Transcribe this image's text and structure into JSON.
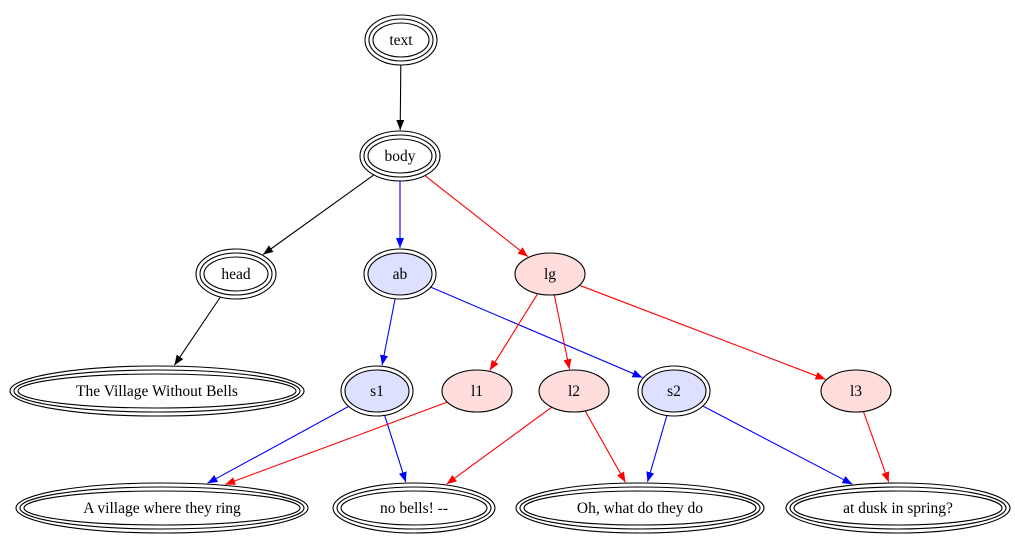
{
  "colors": {
    "black": "#000000",
    "blue": "#0000ff",
    "red": "#ff0000",
    "fill_blue": "#dde0ff",
    "fill_pink": "#ffdddd",
    "fill_white": "#ffffff"
  },
  "nodes": [
    {
      "id": "text",
      "label": "text",
      "style": "triple",
      "fill": "white"
    },
    {
      "id": "body",
      "label": "body",
      "style": "triple",
      "fill": "white"
    },
    {
      "id": "head",
      "label": "head",
      "style": "triple",
      "fill": "white"
    },
    {
      "id": "ab",
      "label": "ab",
      "style": "double",
      "fill": "blue"
    },
    {
      "id": "lg",
      "label": "lg",
      "style": "single",
      "fill": "pink"
    },
    {
      "id": "title",
      "label": "The Village Without Bells",
      "style": "triple",
      "fill": "white"
    },
    {
      "id": "s1",
      "label": "s1",
      "style": "double",
      "fill": "blue"
    },
    {
      "id": "l1",
      "label": "l1",
      "style": "single",
      "fill": "pink"
    },
    {
      "id": "l2",
      "label": "l2",
      "style": "single",
      "fill": "pink"
    },
    {
      "id": "s2",
      "label": "s2",
      "style": "double",
      "fill": "blue"
    },
    {
      "id": "l3",
      "label": "l3",
      "style": "single",
      "fill": "pink"
    },
    {
      "id": "seg1",
      "label": "A village where they ring",
      "style": "triple",
      "fill": "white"
    },
    {
      "id": "seg2",
      "label": "no bells! --",
      "style": "triple",
      "fill": "white"
    },
    {
      "id": "seg3",
      "label": "Oh, what do they do",
      "style": "triple",
      "fill": "white"
    },
    {
      "id": "seg4",
      "label": "at dusk in spring?",
      "style": "triple",
      "fill": "white"
    }
  ],
  "edges": [
    {
      "from": "text",
      "to": "body",
      "color": "black"
    },
    {
      "from": "body",
      "to": "head",
      "color": "black"
    },
    {
      "from": "body",
      "to": "ab",
      "color": "blue"
    },
    {
      "from": "body",
      "to": "lg",
      "color": "red"
    },
    {
      "from": "head",
      "to": "title",
      "color": "black"
    },
    {
      "from": "ab",
      "to": "s1",
      "color": "blue"
    },
    {
      "from": "ab",
      "to": "s2",
      "color": "blue"
    },
    {
      "from": "lg",
      "to": "l1",
      "color": "red"
    },
    {
      "from": "lg",
      "to": "l2",
      "color": "red"
    },
    {
      "from": "lg",
      "to": "l3",
      "color": "red"
    },
    {
      "from": "s1",
      "to": "seg1",
      "color": "blue"
    },
    {
      "from": "s1",
      "to": "seg2",
      "color": "blue"
    },
    {
      "from": "l1",
      "to": "seg1",
      "color": "red"
    },
    {
      "from": "l2",
      "to": "seg2",
      "color": "red"
    },
    {
      "from": "l2",
      "to": "seg3",
      "color": "red"
    },
    {
      "from": "s2",
      "to": "seg3",
      "color": "blue"
    },
    {
      "from": "s2",
      "to": "seg4",
      "color": "blue"
    },
    {
      "from": "l3",
      "to": "seg4",
      "color": "red"
    }
  ]
}
